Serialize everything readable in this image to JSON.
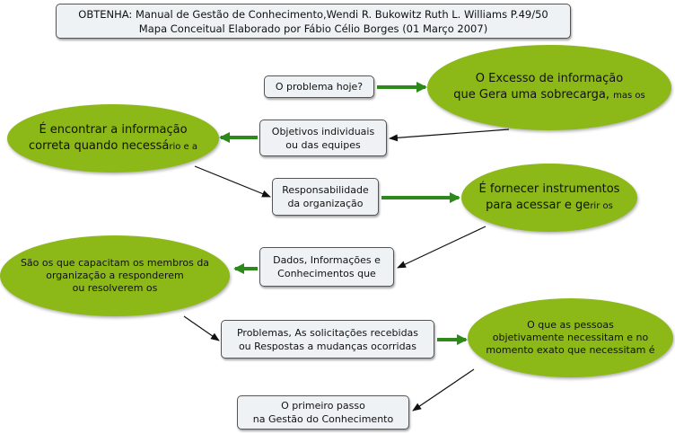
{
  "title_box": {
    "line1": "OBTENHA: Manual de Gestão de Conhecimento,Wendi R. Bukowitz Ruth L. Williams P.49/50",
    "line2": "Mapa Conceitual Elaborado por Fábio Célio Borges (01 Março 2007)"
  },
  "nodes": {
    "problema_hoje": "O problema hoje?",
    "excesso": {
      "line1": "O Excesso de informação",
      "line2_main": "que Gera uma sobrecarga, ",
      "line2_small": "mas os"
    },
    "objetivos": {
      "line1": "Objetivos individuais",
      "line2": "ou das equipes"
    },
    "encontrar": {
      "line1": "É encontrar a informação",
      "line2_main": "correta quando necessá",
      "line2_small": "rio e a"
    },
    "responsabilidade": {
      "line1": "Responsabilidade",
      "line2": "da organização"
    },
    "fornecer": {
      "line1": "É fornecer instrumentos",
      "line2_main": "para acessar e ge",
      "line2_small": "rir os"
    },
    "dados": {
      "line1": "Dados, Informações e",
      "line2": "Conhecimentos que"
    },
    "capacitam": {
      "line1": "São os que capacitam os membros da",
      "line2": "organização a responderem",
      "line3": "ou  resolverem os"
    },
    "problemas": {
      "line1": "Problemas, As solicitações recebidas",
      "line2": "ou Respostas a mudanças ocorridas"
    },
    "pessoas": {
      "line1": "O que as pessoas",
      "line2": "objetivamente necessitam e no",
      "line3": "momento exato que necessitam é"
    },
    "primeiro": {
      "line1": "O primeiro passo",
      "line2": "na Gestão do Conhecimento"
    }
  },
  "colors": {
    "oval_fill": "#8cb818",
    "box_fill": "#eef2f4",
    "green_arrow": "#2d8a1a",
    "black_arrow": "#111111"
  }
}
